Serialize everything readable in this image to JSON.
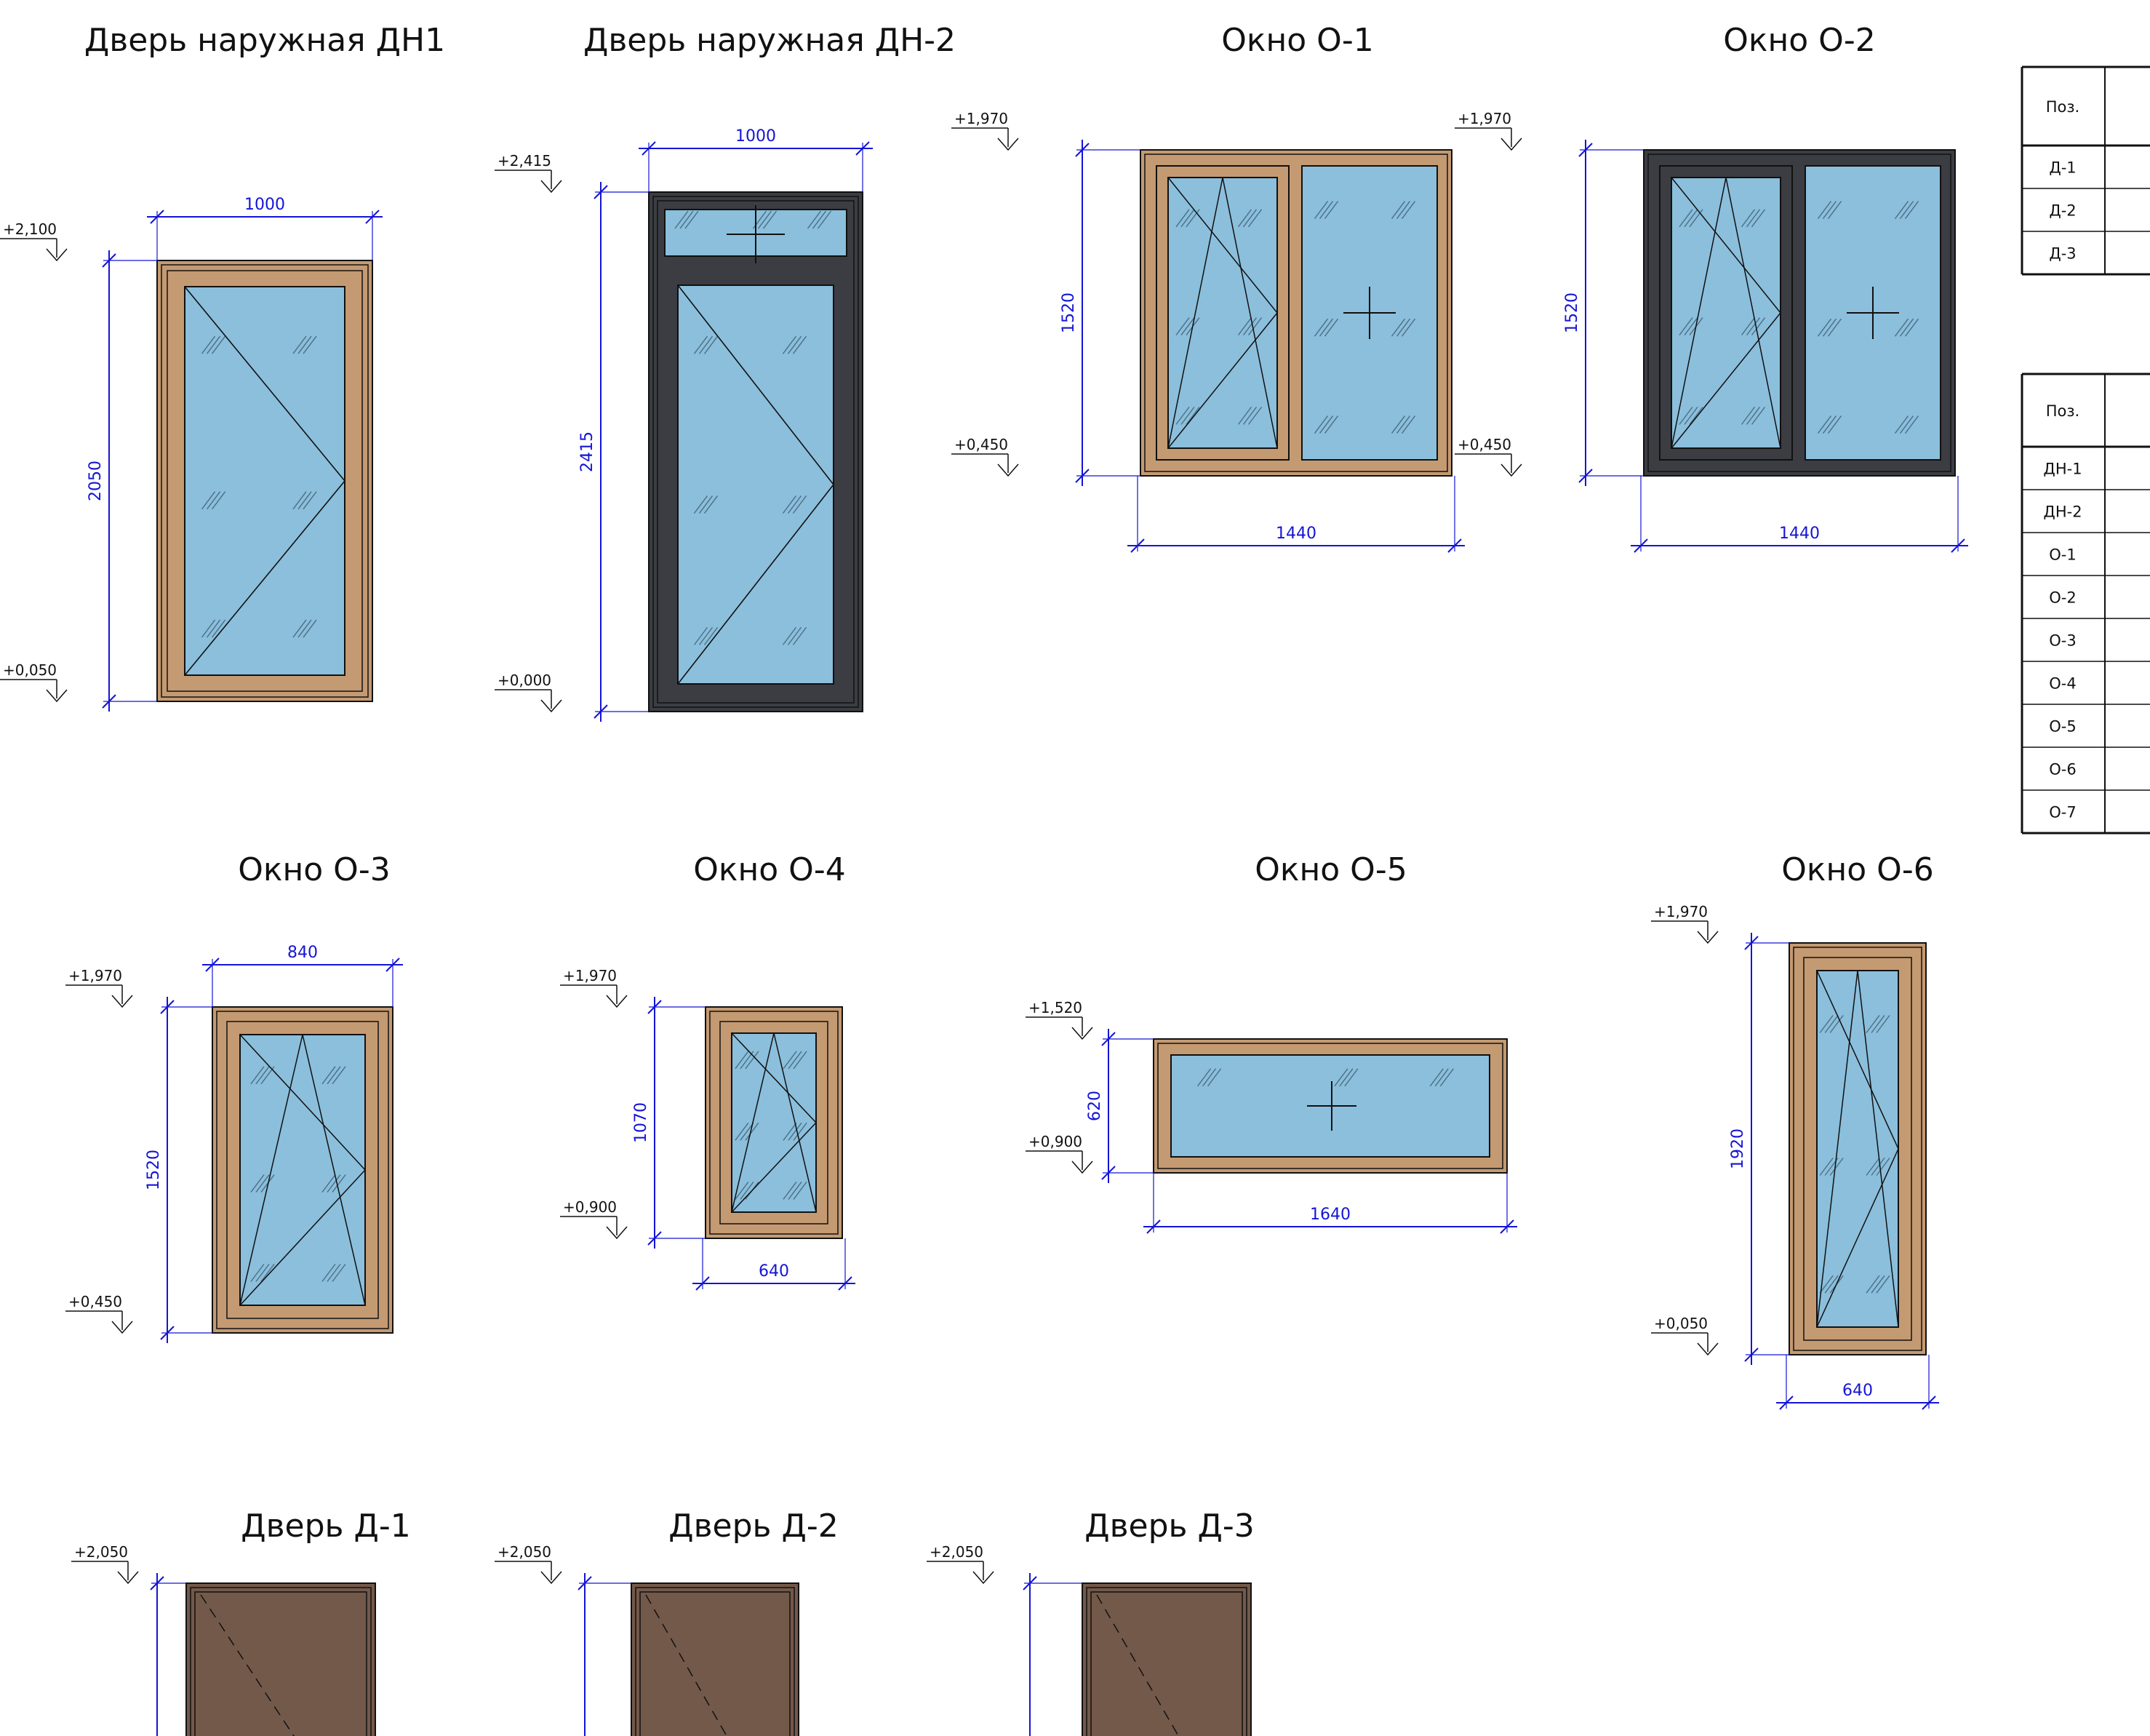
{
  "colors": {
    "background": "#ffffff",
    "wood_frame": "#c49a72",
    "dark_frame": "#3b3d42",
    "glass": "#8bbfdc",
    "door_leaf": "#73594a",
    "dimension": "#1414d6",
    "line": "#111111"
  },
  "icons": {
    "level_marker": "level-marker-icon",
    "opening_mark": "opening-direction-icon",
    "fixed_mark": "fixed-pane-cross-icon",
    "glass_hatch": "glass-hatch-icon"
  },
  "elements": [
    {
      "id": "dn1",
      "title": "Дверь наружная ДН1",
      "width_label": "1000",
      "height_label": "2050",
      "top_level": "+2,100",
      "bottom_level": "+0,050",
      "frame": "wood",
      "width_dim_position": "top"
    },
    {
      "id": "dn2",
      "title": "Дверь наружная ДН-2",
      "width_label": "1000",
      "height_label": "2415",
      "top_level": "+2,415",
      "bottom_level": "+0,000",
      "frame": "dark",
      "width_dim_position": "top"
    },
    {
      "id": "o1",
      "title": "Окно О-1",
      "width_label": "1440",
      "height_label": "1520",
      "top_level": "+1,970",
      "bottom_level": "+0,450",
      "frame": "wood",
      "width_dim_position": "bottom"
    },
    {
      "id": "o2",
      "title": "Окно О-2",
      "width_label": "1440",
      "height_label": "1520",
      "top_level": "+1,970",
      "bottom_level": "+0,450",
      "frame": "dark",
      "width_dim_position": "bottom"
    },
    {
      "id": "o3",
      "title": "Окно О-3",
      "width_label": "840",
      "height_label": "1520",
      "top_level": "+1,970",
      "bottom_level": "+0,450",
      "frame": "wood",
      "width_dim_position": "top"
    },
    {
      "id": "o4",
      "title": "Окно О-4",
      "width_label": "640",
      "height_label": "1070",
      "top_level": "+1,970",
      "bottom_level": "+0,900",
      "frame": "wood",
      "width_dim_position": "bottom"
    },
    {
      "id": "o5",
      "title": "Окно О-5",
      "width_label": "1640",
      "height_label": "620",
      "top_level": "+1,520",
      "bottom_level": "+0,900",
      "frame": "wood",
      "width_dim_position": "bottom"
    },
    {
      "id": "o6",
      "title": "Окно О-6",
      "width_label": "640",
      "height_label": "1920",
      "top_level": "+1,970",
      "bottom_level": "+0,050",
      "frame": "wood",
      "width_dim_position": "bottom"
    },
    {
      "id": "d1",
      "title": "Дверь Д-1",
      "top_level": "+2,050",
      "frame": "door"
    },
    {
      "id": "d2",
      "title": "Дверь Д-2",
      "top_level": "+2,050",
      "frame": "door"
    },
    {
      "id": "d3",
      "title": "Дверь Д-3",
      "top_level": "+2,050",
      "frame": "door"
    }
  ],
  "tables": {
    "doors": {
      "header": "Поз.",
      "rows": [
        "Д-1",
        "Д-2",
        "Д-3"
      ]
    },
    "openings": {
      "header": "Поз.",
      "rows": [
        "ДН-1",
        "ДН-2",
        "О-1",
        "О-2",
        "О-3",
        "О-4",
        "О-5",
        "О-6",
        "О-7"
      ]
    }
  }
}
